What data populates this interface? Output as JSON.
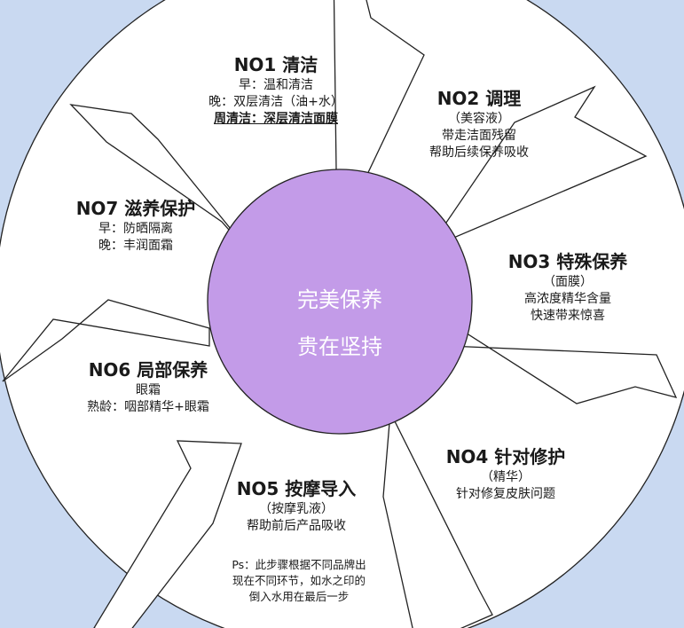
{
  "center": {
    "line1": "完美保养",
    "line2": "贵在坚持"
  },
  "steps": [
    {
      "title": "NO1 清洁",
      "lines": [
        "早：温和清洁",
        "晚：双层清洁（油+水）",
        "周清洁：深层清洁面膜"
      ]
    },
    {
      "title": "NO2 调理",
      "lines": [
        "（美容液）",
        "带走洁面残留",
        "帮助后续保养吸收"
      ]
    },
    {
      "title": "NO3 特殊保养",
      "lines": [
        "（面膜）",
        "高浓度精华含量",
        "快速带来惊喜"
      ]
    },
    {
      "title": "NO4 针对修护",
      "lines": [
        "（精华）",
        "针对修复皮肤问题"
      ]
    },
    {
      "title": "NO5 按摩导入",
      "lines": [
        "（按摩乳液）",
        "帮助前后产品吸收"
      ]
    },
    {
      "title": "NO6 局部保养",
      "lines": [
        "眼霜",
        "熟龄：咽部精华+眼霜"
      ]
    },
    {
      "title": "NO7 滋养保护",
      "lines": [
        "早：防晒隔离",
        "晚：丰润面霜"
      ]
    }
  ],
  "note": {
    "lines": [
      "Ps：此步骤根据不同品牌出",
      "现在不同环节，如水之印的",
      "倒入水用在最后一步"
    ]
  },
  "colors": {
    "background": "#c9d9f1",
    "ring": "#ffffff",
    "center": "#c39be8",
    "stroke": "#222222"
  }
}
